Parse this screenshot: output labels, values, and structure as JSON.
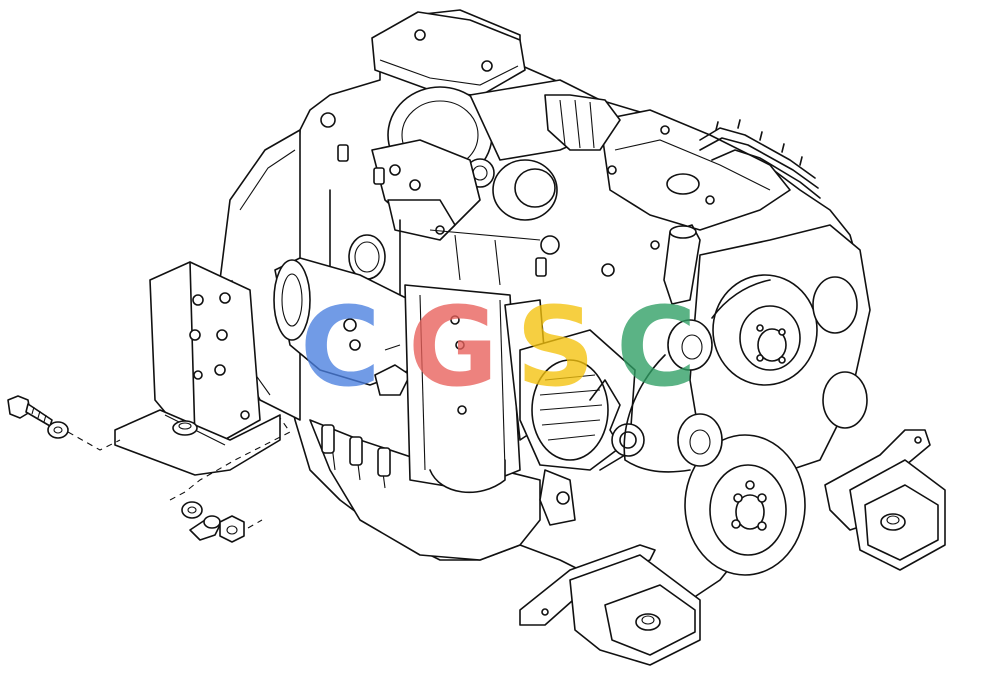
{
  "watermark": {
    "letters": [
      "C",
      "G",
      "S",
      "C"
    ],
    "colors": [
      "#4a7fe0",
      "#e8605a",
      "#f4c20d",
      "#2e9e63"
    ]
  }
}
